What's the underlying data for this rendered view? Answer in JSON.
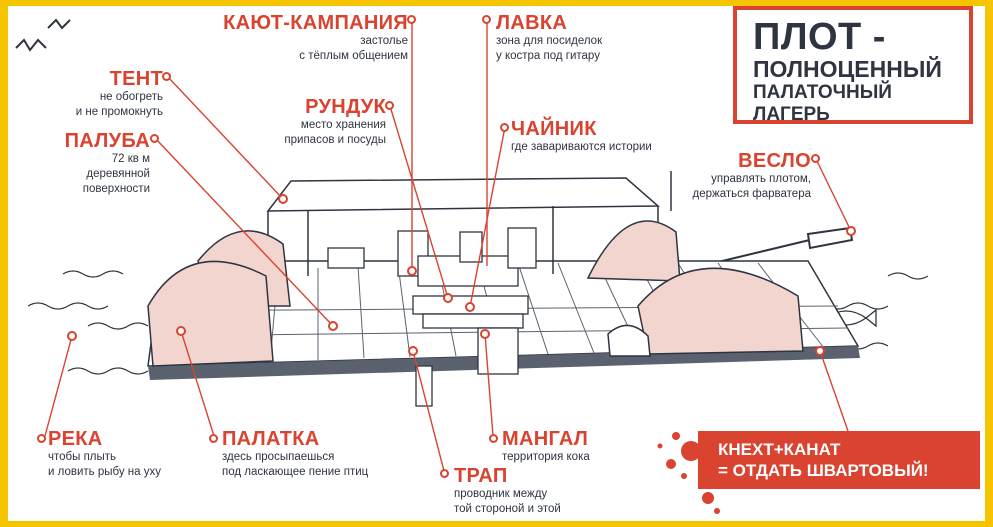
{
  "title": {
    "line1": "ПЛОТ -",
    "line2": "ПОЛНОЦЕННЫЙ",
    "line3": "ПАЛАТОЧНЫЙ ЛАГЕРЬ"
  },
  "labels": {
    "kayut": {
      "title": "КАЮТ-КАМПАНИЯ",
      "desc": "застолье\nс тёплым общением"
    },
    "lavka": {
      "title": "ЛАВКА",
      "desc": "зона для посиделок\nу костра под гитару"
    },
    "tent": {
      "title": "ТЕНТ",
      "desc": "не обогреть\nи не промокнуть"
    },
    "runduk": {
      "title": "РУНДУК",
      "desc": "место хранения\nприпасов и посуды"
    },
    "chainik": {
      "title": "ЧАЙНИК",
      "desc": "где завариваются истории"
    },
    "paluba": {
      "title": "ПАЛУБА",
      "desc": "72 кв м\nдеревянной\nповерхности"
    },
    "veslo": {
      "title": "ВЕСЛО",
      "desc": "управлять плотом,\nдержаться фарватера"
    },
    "reka": {
      "title": "РЕКА",
      "desc": "чтобы плыть\nи ловить рыбу на уху"
    },
    "palatka": {
      "title": "ПАЛАТКА",
      "desc": "здесь просыпаешься\nпод ласкающее пение птиц"
    },
    "mangal": {
      "title": "МАНГАЛ",
      "desc": "территория кока"
    },
    "trap": {
      "title": "ТРАП",
      "desc": "проводник между\nтой стороной и этой"
    }
  },
  "cta": {
    "line1": "КНЕХТ+КАНАТ",
    "line2": "= ОТДАТЬ ШВАРТОВЫЙ!"
  },
  "colors": {
    "accent": "#d9432f",
    "frame": "#f7c400",
    "ink": "#2e3440",
    "tent_fill": "#f3d5cf"
  }
}
